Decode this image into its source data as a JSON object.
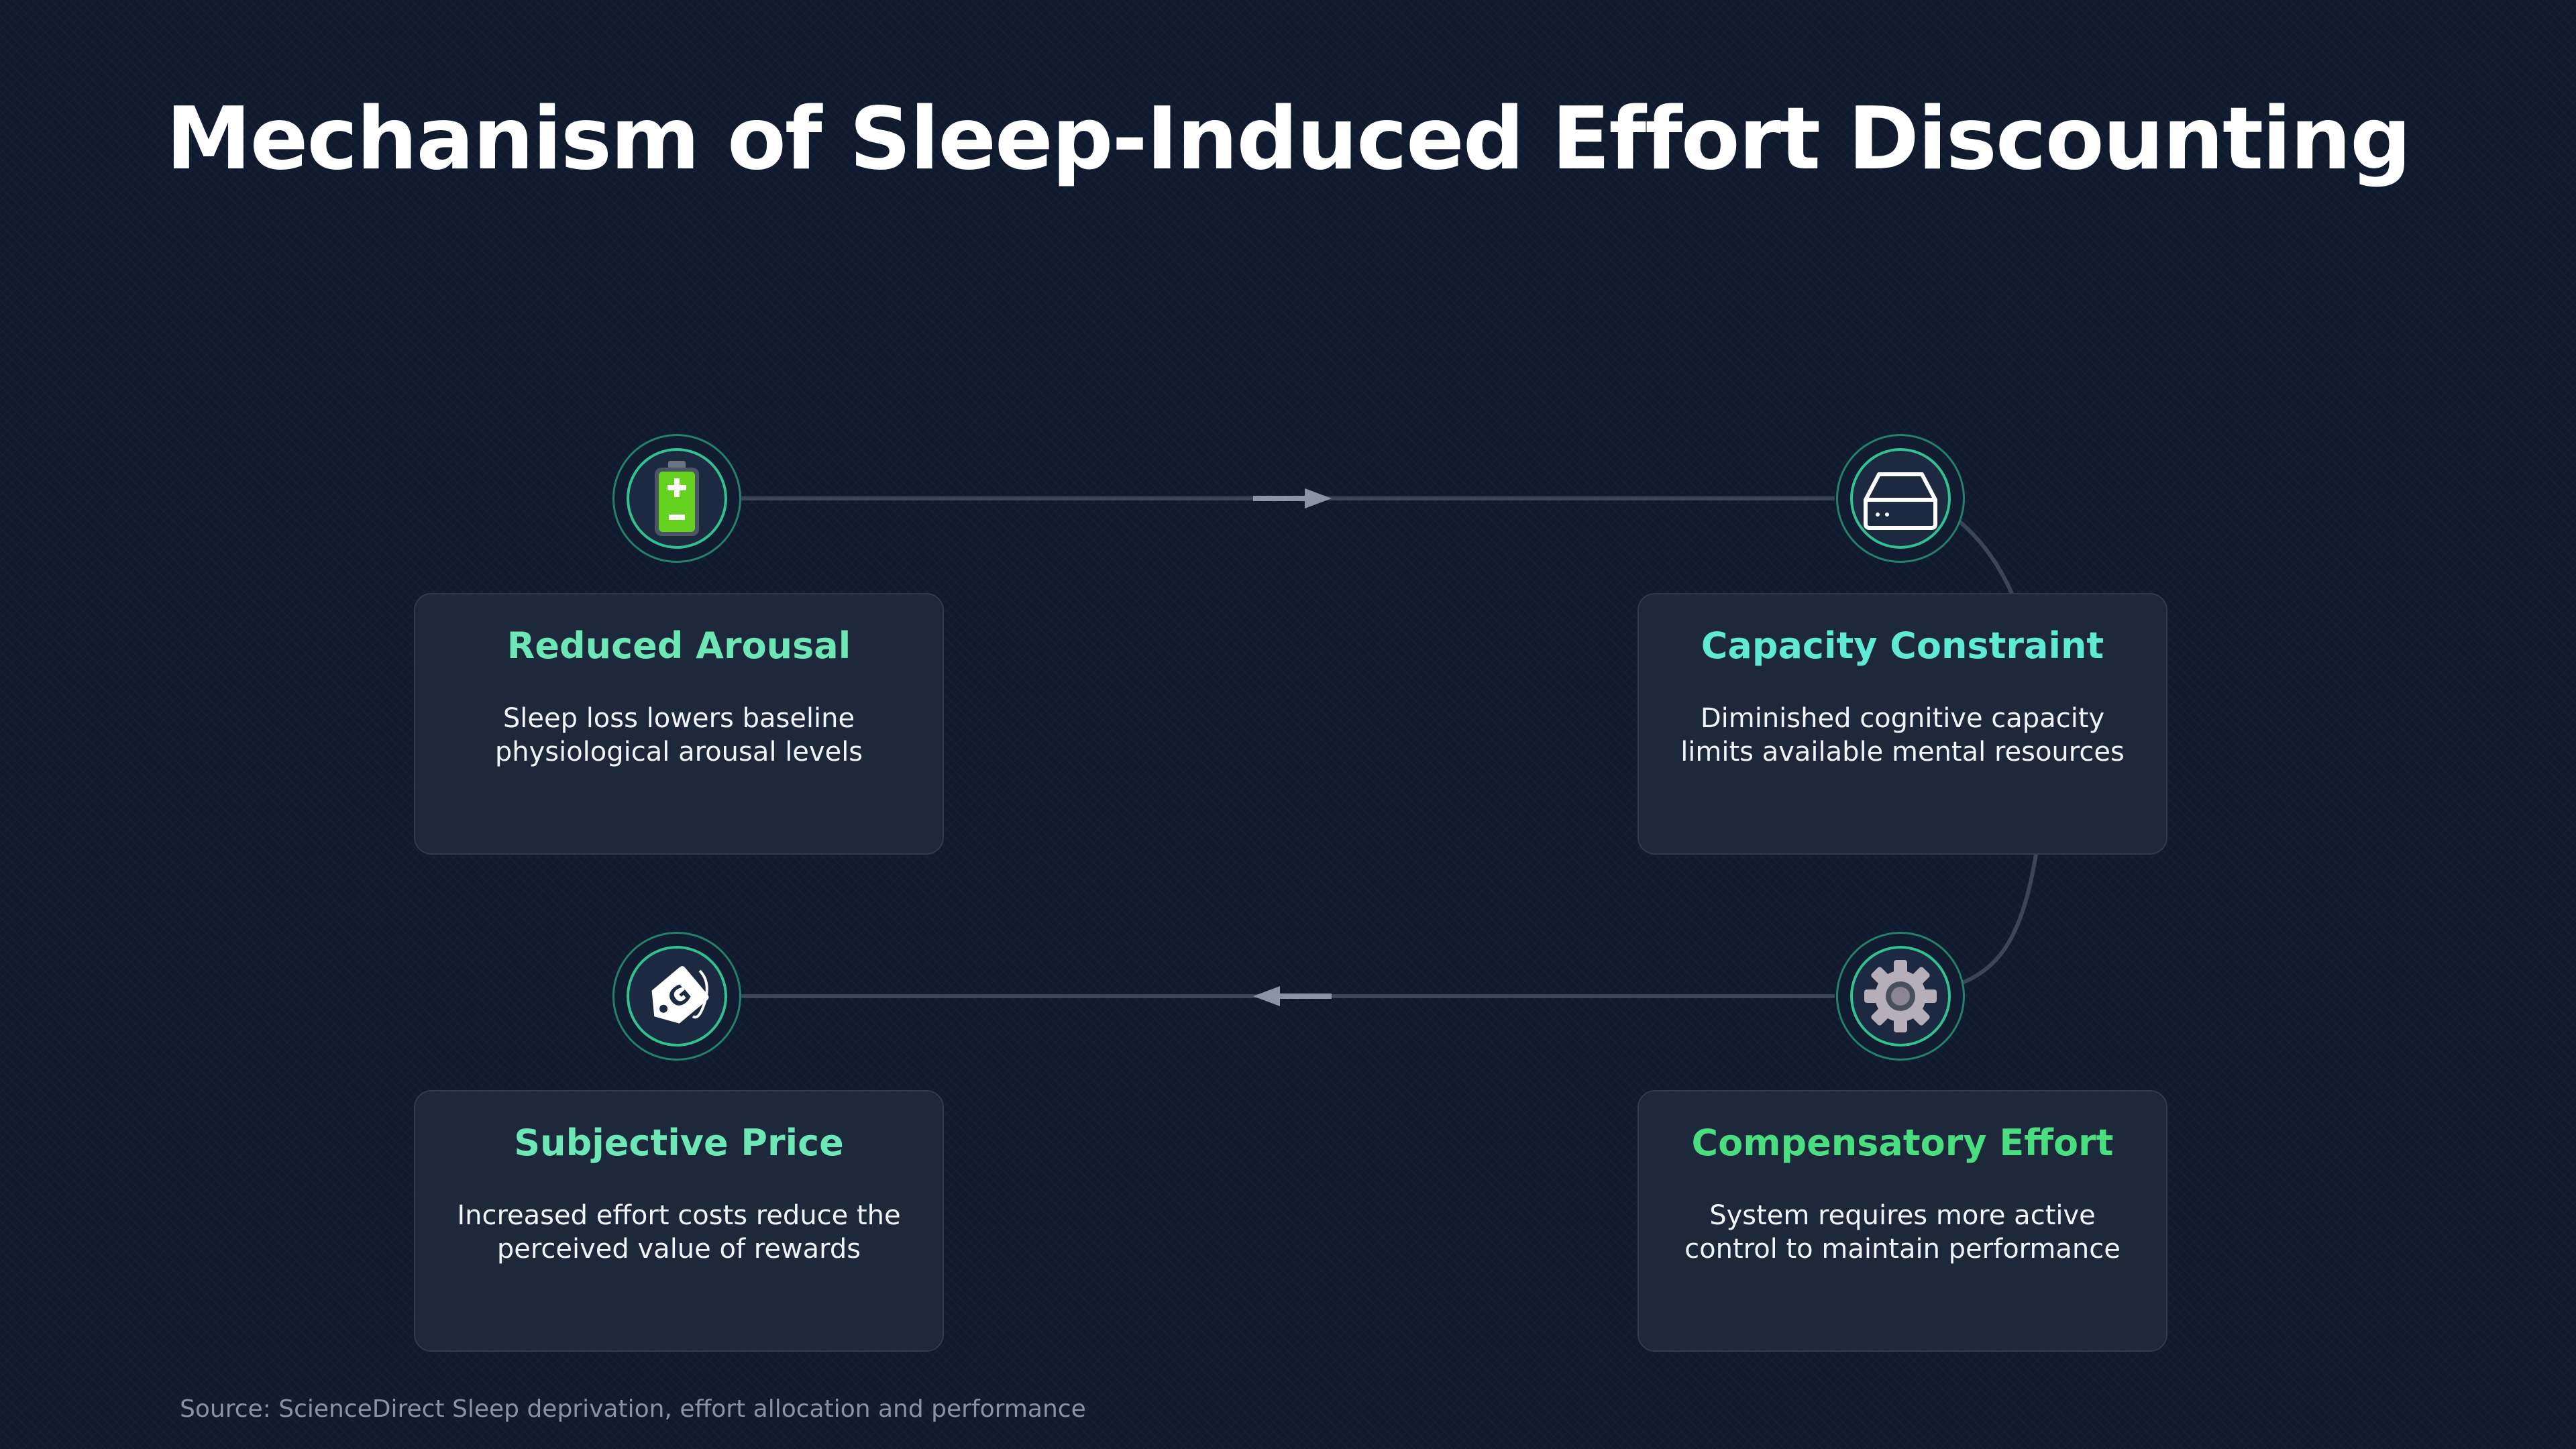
{
  "title": "Mechanism of Sleep-Induced Effort Discounting",
  "source": "Source: ScienceDirect Sleep deprivation, effort allocation and performance",
  "colors": {
    "background": "#101a2e",
    "card": "#1d283b",
    "accent": "#34d399",
    "title_green": "#6ee7b7",
    "title_teal": "#5eead4",
    "connector": "#3a4558"
  },
  "steps": [
    {
      "title": "Reduced Arousal",
      "title_color": "#6ee7b7",
      "description": "Sleep loss lowers baseline physiological arousal levels",
      "icon": "battery-icon"
    },
    {
      "title": "Capacity Constraint",
      "title_color": "#5eead4",
      "description": "Diminished cognitive capacity limits available mental resources",
      "icon": "storage-drive-icon"
    },
    {
      "title": "Compensatory Effort",
      "title_color": "#4ade80",
      "description": "System requires more active control to maintain performance",
      "icon": "gear-icon"
    },
    {
      "title": "Subjective Price",
      "title_color": "#6ee7b7",
      "description": "Increased effort costs reduce the perceived value of rewards",
      "icon": "price-tag-icon"
    }
  ]
}
